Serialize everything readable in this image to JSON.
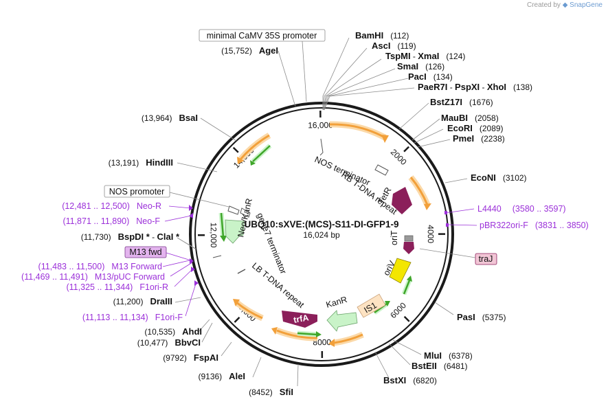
{
  "credit": {
    "prefix": "Created by",
    "brand": "SnapGene"
  },
  "plasmid": {
    "name": "UBQ10:sXVE:(MCS)-S11-DI-GFP1-9",
    "size": "16,024 bp"
  },
  "ticks": [
    "16,000",
    "2000",
    "4000",
    "6000",
    "8000",
    "10,000",
    "12,000",
    "14,000"
  ],
  "sites": [
    {
      "name": "BamHI",
      "pos": "(112)"
    },
    {
      "name": "AscI",
      "pos": "(119)"
    },
    {
      "name": "TspMI",
      "sep": " - ",
      "name2": "XmaI",
      "pos": "(124)"
    },
    {
      "name": "SmaI",
      "pos": "(126)"
    },
    {
      "name": "PacI",
      "pos": "(134)"
    },
    {
      "name": "PaeR7I",
      "sep": " - ",
      "name2": "PspXI",
      "sep2": " - ",
      "name3": "XhoI",
      "pos": "(138)"
    },
    {
      "name": "BstZ17I",
      "pos": "(1676)"
    },
    {
      "name": "MauBI",
      "pos": "(2058)"
    },
    {
      "name": "EcoRI",
      "pos": "(2089)"
    },
    {
      "name": "PmeI",
      "pos": "(2238)"
    },
    {
      "name": "EcoNI",
      "pos": "(3102)"
    },
    {
      "name": "PasI",
      "pos": "(5375)"
    },
    {
      "name": "MluI",
      "pos": "(6378)"
    },
    {
      "name": "BstEII",
      "pos": "(6481)"
    },
    {
      "name": "BstXI",
      "pos": "(6820)"
    },
    {
      "name": "SfiI",
      "pos": "(8452)"
    },
    {
      "name": "AleI",
      "pos": "(9136)"
    },
    {
      "name": "FspAI",
      "pos": "(9792)"
    },
    {
      "name": "BbvCI",
      "pos": "(10,477)"
    },
    {
      "name": "AhdI",
      "pos": "(10,535)"
    },
    {
      "name": "DraIII",
      "pos": "(11,200)"
    },
    {
      "name": "BspDI *",
      "sep": " - ",
      "name2": "ClaI *",
      "pos": "(11,730)"
    },
    {
      "name": "HindIII",
      "pos": "(13,191)"
    },
    {
      "name": "BsaI",
      "pos": "(13,964)"
    },
    {
      "name": "AgeI",
      "pos": "(15,752)"
    }
  ],
  "primers": [
    {
      "name": "L4440",
      "range": "(3580 .. 3597)"
    },
    {
      "name": "pBR322ori-F",
      "range": "(3831 .. 3850)"
    },
    {
      "name": "Neo-R",
      "range": "(12,481 .. 12,500)"
    },
    {
      "name": "Neo-F",
      "range": "(11,871 .. 11,890)"
    },
    {
      "name": "M13 Forward",
      "range": "(11,483 .. 11,500)"
    },
    {
      "name": "M13/pUC Forward",
      "range": "(11,469 .. 11,491)"
    },
    {
      "name": "F1ori-R",
      "range": "(11,325 .. 11,344)"
    },
    {
      "name": "F1ori-F",
      "range": "(11,113 .. 11,134)"
    }
  ],
  "boxed_labels": {
    "promoter_35s": "minimal CaMV 35S promoter",
    "nos_promoter": "NOS promoter",
    "m13fwd": "M13 fwd",
    "traJ": "traJ"
  },
  "features": {
    "nos_term_1": "NOS terminator",
    "rb_repeat": "RB T-DNA repeat",
    "tetr": "TetR",
    "oriT": "oriT",
    "oriV": "oriV",
    "is1": "IS1",
    "kanr": "KanR",
    "trfa": "trfA",
    "lb_repeat": "LB T-DNA repeat",
    "g7_term": "gene7 terminator",
    "neo_kanr": "Neo/KanR"
  },
  "colors": {
    "backbone": "#1a1a1a",
    "orange_arrow": "#f2a03a",
    "green_arrow": "#3fa62a",
    "tetr": "#8b1f5a",
    "trfa": "#8b1f5a",
    "oriV": "#f3e600",
    "is1": "#fde3c3",
    "kanr": "#c9f3c8",
    "primer": "#9b30d9",
    "m13fwd_fill": "#e3b4ee",
    "traJ_fill": "#f2c6d6"
  }
}
